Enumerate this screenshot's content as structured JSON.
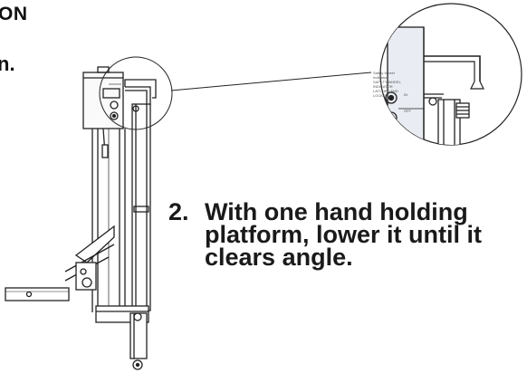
{
  "header": {
    "fragment_top": "ON",
    "fragment_mid": "n."
  },
  "step": {
    "number": "2.",
    "lines": [
      "With one hand holding",
      "platform, lower it until it",
      "clears angle."
    ]
  },
  "detail": {
    "label_lines": [
      "Safety Wheel Indicator",
      "SAFETY WHEEL INDICATOR",
      "LATCHED AND LOCKED"
    ],
    "tag_a": "IN",
    "tag_b": "OFF"
  }
}
